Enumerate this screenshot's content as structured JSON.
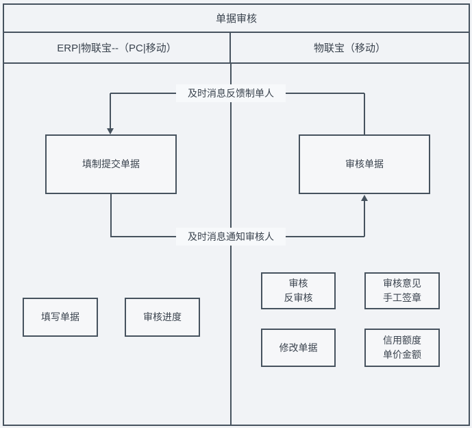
{
  "title": "单据审核",
  "header": {
    "left_column": "ERP|物联宝--（PC|移动）",
    "right_column": "物联宝（移动）"
  },
  "flow": {
    "feedback_label": "及时消息反馈制单人",
    "notify_label": "及时消息通知审核人",
    "submit_box": "填制提交单据",
    "review_box": "审核单据"
  },
  "left_panel_boxes": [
    {
      "label": "填写单据"
    },
    {
      "label": "审核进度"
    }
  ],
  "right_panel_boxes": [
    {
      "line1": "审核",
      "line2": "反审核"
    },
    {
      "line1": "审核意见",
      "line2": "手工签章"
    },
    {
      "line1": "修改单据",
      "line2": ""
    },
    {
      "line1": "信用额度",
      "line2": "单价金额"
    }
  ],
  "colors": {
    "border": "#46525e",
    "page_background": "#f1f3f6",
    "box_fill": "#f6f7f9",
    "label_background": "#f7f9fb",
    "text": "#3a434e"
  }
}
